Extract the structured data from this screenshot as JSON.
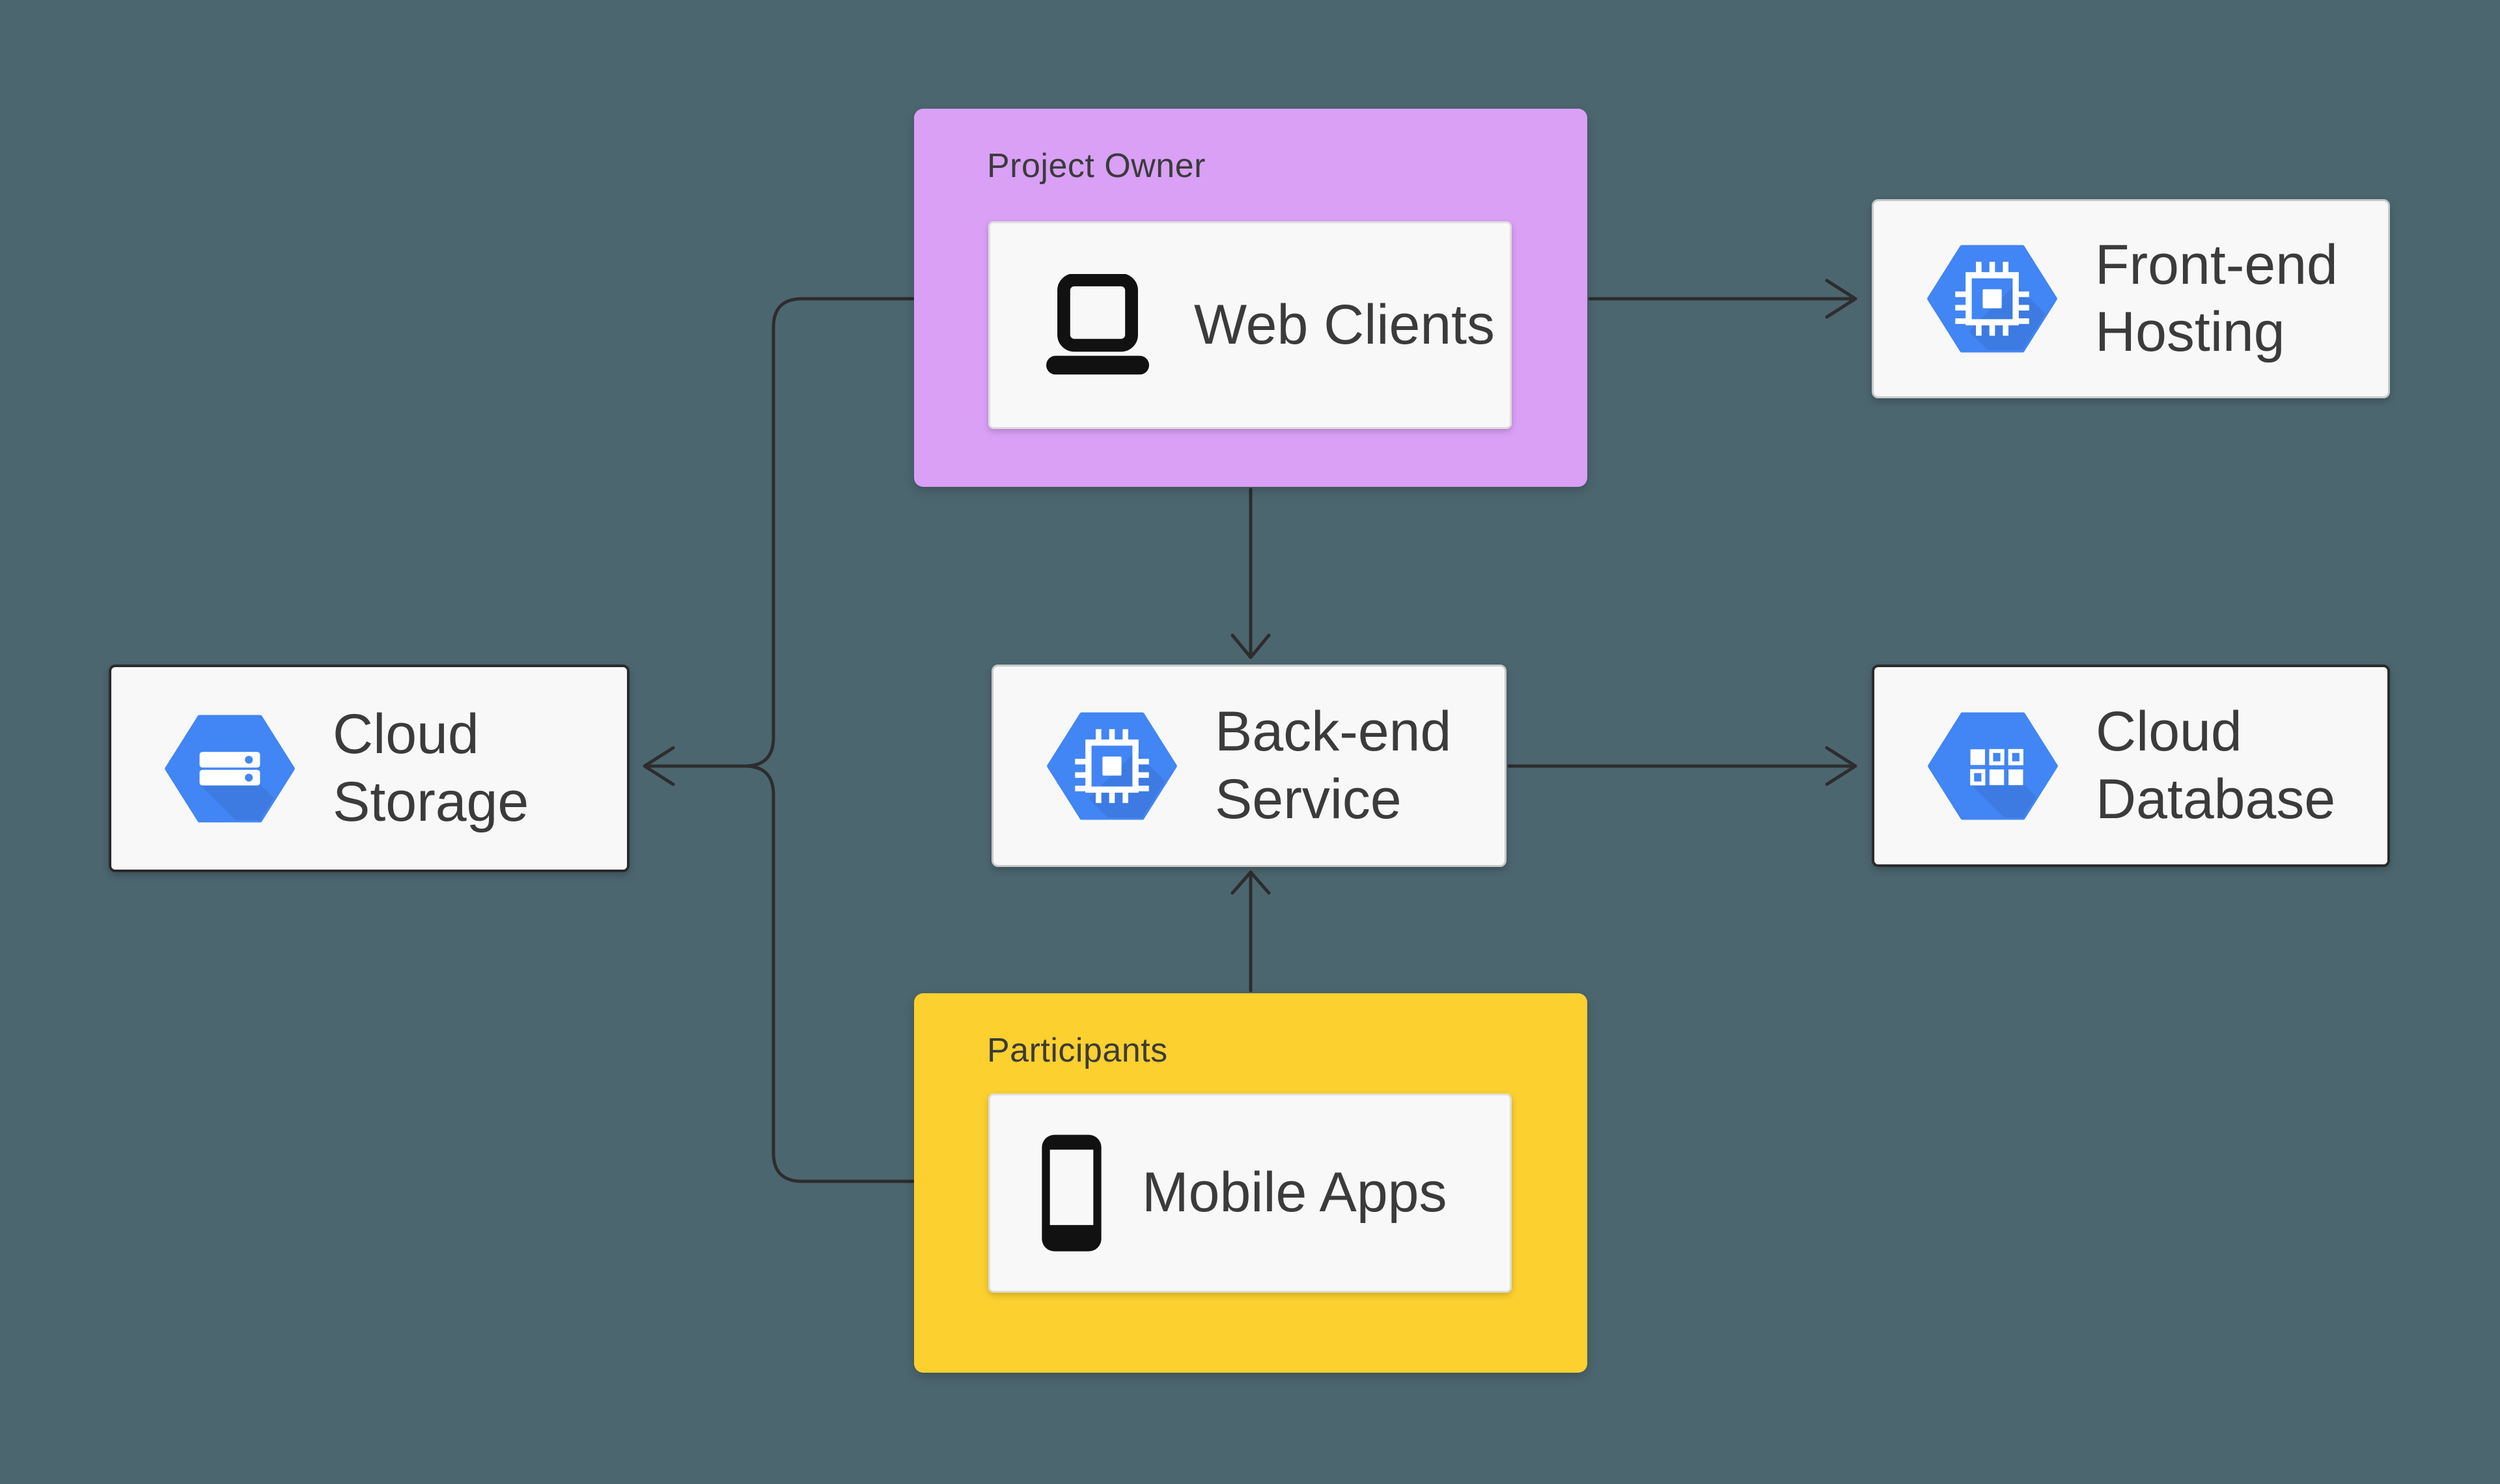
{
  "diagram_title": "",
  "colors": {
    "background": "#4c6670",
    "group_purple": "#d9a0f6",
    "group_yellow": "#fcd02e",
    "node_bg": "#f8f8f8",
    "border_light": "#c9c9c9",
    "border_dark": "#2b2b2b",
    "gcp_blue": "#4285f4",
    "line": "#2d2d2d",
    "text_dark": "#3b3b3b"
  },
  "groups": {
    "project_owner": {
      "label": "Project Owner"
    },
    "participants": {
      "label": "Participants"
    }
  },
  "nodes": {
    "web_clients": {
      "label": "Web Clients",
      "icon": "laptop-icon"
    },
    "mobile_apps": {
      "label": "Mobile Apps",
      "icon": "smartphone-icon"
    },
    "front_end_hosting": {
      "line1": "Front-end",
      "line2": "Hosting",
      "icon": "gcp-compute-hexagon-icon"
    },
    "back_end_service": {
      "line1": "Back-end",
      "line2": "Service",
      "icon": "gcp-compute-hexagon-icon"
    },
    "cloud_storage": {
      "line1": "Cloud",
      "line2": "Storage",
      "icon": "gcp-storage-hexagon-icon"
    },
    "cloud_database": {
      "line1": "Cloud",
      "line2": "Database",
      "icon": "gcp-datastore-hexagon-icon"
    }
  },
  "edges": [
    {
      "from": "web_clients",
      "to": "front_end_hosting"
    },
    {
      "from": "web_clients",
      "to": "back_end_service"
    },
    {
      "from": "mobile_apps",
      "to": "back_end_service"
    },
    {
      "from": "back_end_service",
      "to": "cloud_database"
    },
    {
      "from": "web_clients",
      "to": "cloud_storage"
    },
    {
      "from": "mobile_apps",
      "to": "cloud_storage"
    }
  ]
}
